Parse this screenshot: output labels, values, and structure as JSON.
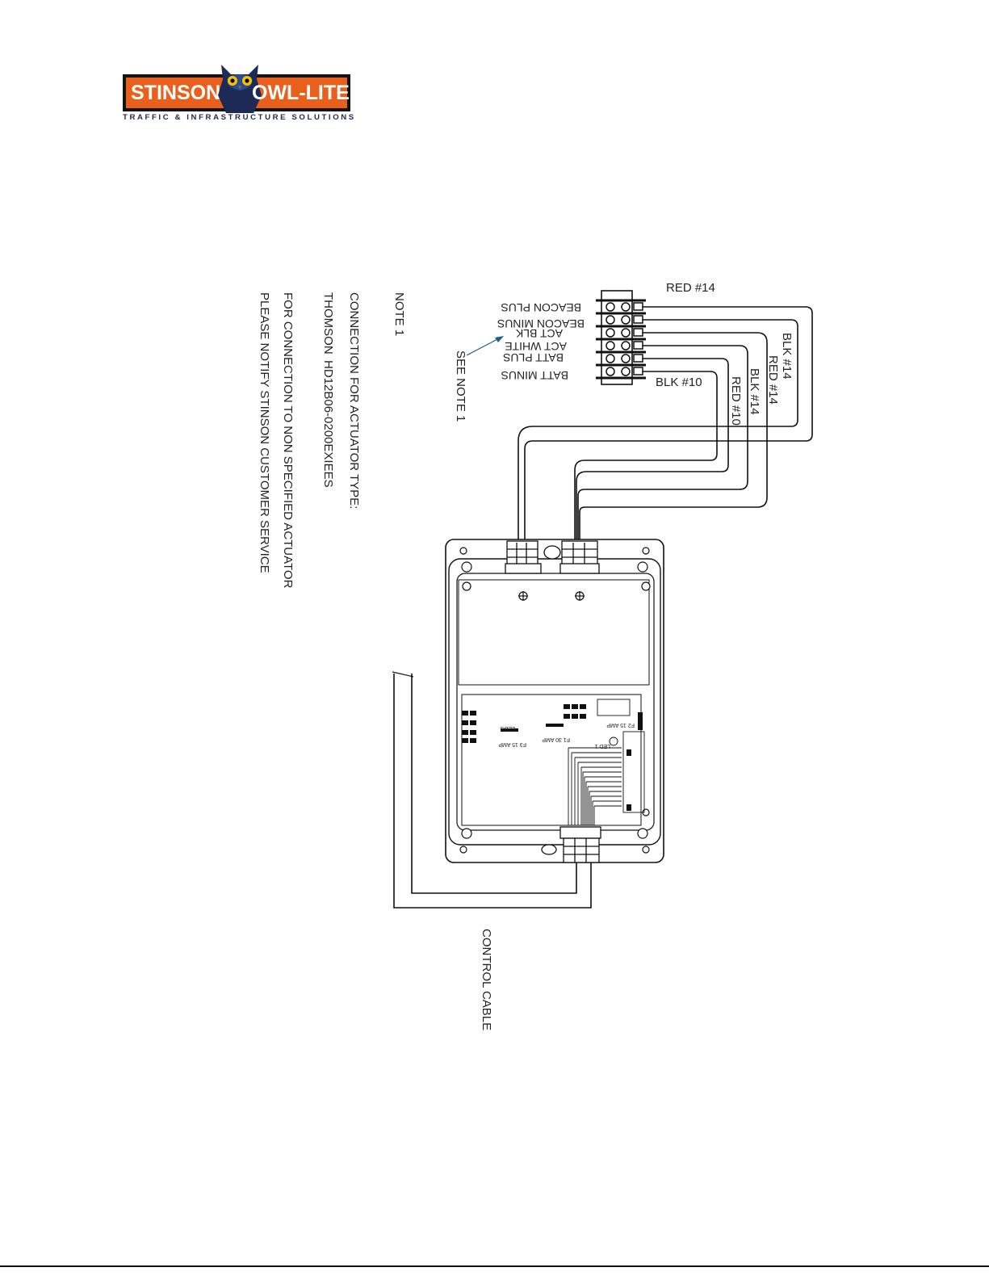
{
  "logo": {
    "brand_left": "STINSON",
    "brand_right": "OWL-LITE",
    "tagline": "TRAFFIC & INFRASTRUCTURE SOLUTIONS",
    "colors": {
      "orange": "#e8601c",
      "dark": "#121212",
      "navy": "#1d2a52"
    }
  },
  "notes": {
    "heading": "NOTE 1",
    "line1": "CONNECTION  FOR ACTUATOR TYPE:",
    "line2_brand": "THOMSON",
    "line2_model": "HD12B06-0200EXIEES",
    "line3": "FOR CONNECTION TO NON SPECIFIED ACTUATOR",
    "line4": "PLEASE NOTIFY STINSON CUSTOMER SERVICE"
  },
  "terminal_block": {
    "labels": [
      "BEACON PLUS",
      "BEACON MINUS",
      "ACT BLK",
      "ACT WHITE",
      "BATT PLUS",
      "BATT MINUS"
    ]
  },
  "wires": {
    "red14_top": "RED #14",
    "blk14_a": "BLK #14",
    "red14_b": "RED #14",
    "blk14_c": "BLK #14",
    "red10": "RED #10",
    "blk10": "BLK #10"
  },
  "callouts": {
    "see_note": "SEE NOTE 1",
    "control_cable": "CONTROL CABLE"
  },
  "board": {
    "f1": "F1 30 AMP",
    "f2": "F2 15 AMP",
    "f3": "F3 15 AMP",
    "leds": "LEDS",
    "led1": "LED 1"
  }
}
